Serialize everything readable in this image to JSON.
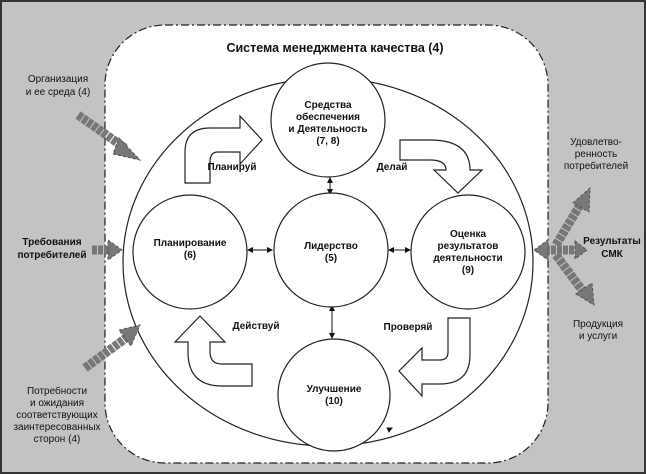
{
  "title": "Система менеджмента качества (4)",
  "inputs": {
    "organization": [
      "Организация",
      "и ее среда (4)"
    ],
    "requirements": [
      "Требования",
      "потребителей"
    ],
    "stakeholders": [
      "Потребности",
      "и ожидания",
      "соответствующих",
      "заинтересованных",
      "сторон (4)"
    ]
  },
  "outputs": {
    "satisfaction": [
      "Удовлетво-",
      "ренность",
      "потребителей"
    ],
    "results": [
      "Результаты",
      "СМК"
    ],
    "products": [
      "Продукция",
      "и услуги"
    ]
  },
  "nodes": {
    "support": [
      "Средства",
      "обеспечения",
      "и Деятельность",
      "(7, 8)"
    ],
    "planning": [
      "Планирование",
      "(6)"
    ],
    "leadership": [
      "Лидерство",
      "(5)"
    ],
    "evaluation": [
      "Оценка",
      "результатов",
      "деятельности",
      "(9)"
    ],
    "improvement": [
      "Улучшение",
      "(10)"
    ]
  },
  "cycle": {
    "plan": "Планируй",
    "do": "Делай",
    "check": "Проверяй",
    "act": "Действуй"
  },
  "colors": {
    "background": "#c3c3c3",
    "arrow_gray": "#777777"
  }
}
